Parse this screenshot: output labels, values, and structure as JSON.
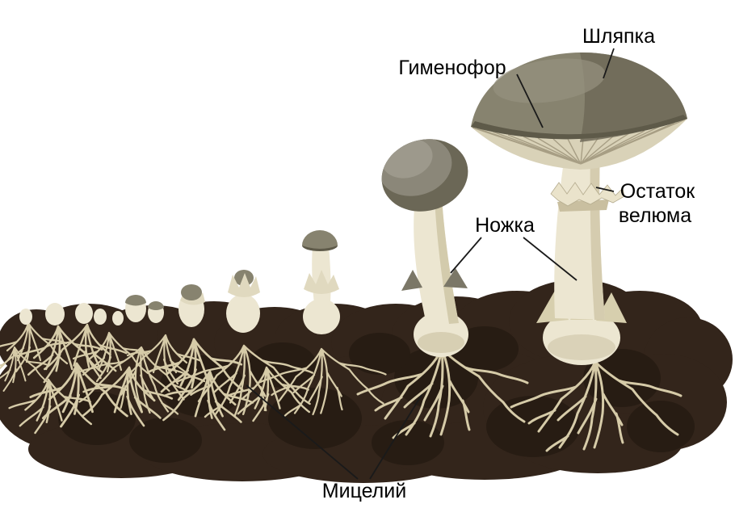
{
  "diagram": {
    "labels": {
      "cap": "Шляпка",
      "hymenophore": "Гименофор",
      "stipe": "Ножка",
      "velum_remnant_line1": "Остаток",
      "velum_remnant_line2": "велюма",
      "mycelium": "Мицелий"
    },
    "colors": {
      "background": "#ffffff",
      "soil": "#33251b",
      "soil_shadow": "#271c13",
      "mycelium_strand": "#d6cba8",
      "stem_light": "#ece6d1",
      "stem_shade": "#cfc5a6",
      "cap_gray": "#87836f",
      "cap_dark": "#5e5a49",
      "cap_shade": "#6e6a58",
      "cap_highlight": "#95917f",
      "gills": "#d9d2b8",
      "gill_line": "#a79e84",
      "volva_gray": "#7b7767",
      "label_line": "#1a1a1a",
      "label_text": "#000000"
    }
  }
}
